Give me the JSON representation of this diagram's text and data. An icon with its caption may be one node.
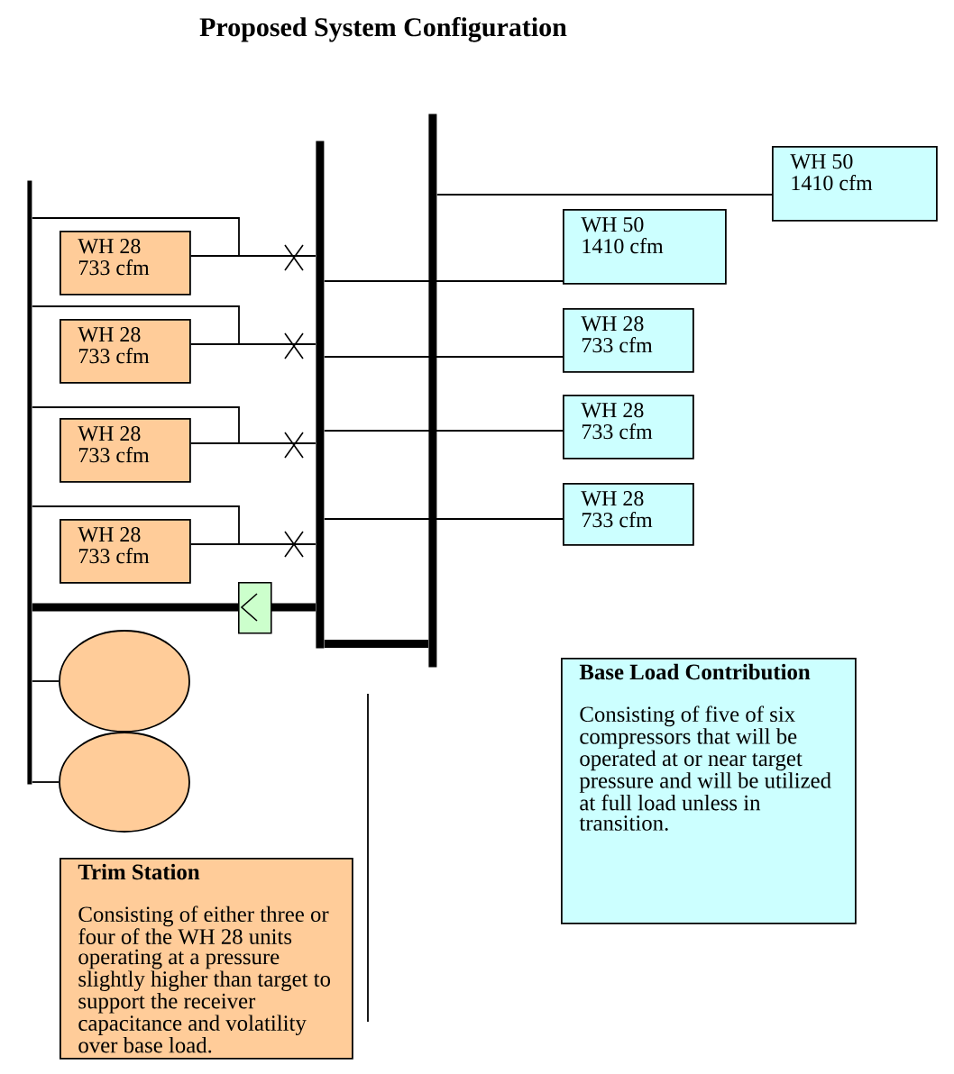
{
  "diagram": {
    "title": "Proposed System Configuration",
    "nodes": [
      {
        "text": [],
        "shape": "bar"
      },
      {
        "text": [],
        "shape": "bar"
      },
      {
        "text": [],
        "shape": "bar"
      },
      {
        "text": [
          "WH 28",
          "733 cfm"
        ]
      },
      {
        "text": [
          "WH 28",
          "733 cfm"
        ]
      },
      {
        "text": [
          "WH 28",
          "733 cfm"
        ]
      },
      {
        "text": [
          "WH 28",
          "733 cfm"
        ]
      },
      {
        "text": [
          "WH 50",
          "1410 cfm"
        ]
      },
      {
        "text": [
          "WH 50",
          "1410 cfm"
        ]
      },
      {
        "text": [
          "WH 28",
          "733 cfm"
        ]
      },
      {
        "text": [
          "WH 28",
          "733 cfm"
        ]
      },
      {
        "text": [
          "WH 28",
          "733 cfm"
        ]
      },
      {
        "text": [],
        "shape": "ellipse"
      },
      {
        "text": [],
        "shape": "ellipse"
      },
      {
        "text": [
          "Trim Station",
          "Consisting of either three or four of the WH 28 units operating at a pressure slightly higher than target to support the receiver capacitance and volatility over base load."
        ]
      },
      {
        "text": [
          "Base Load Contribution",
          "Consisting of five of six compressors that will be operated at or near target pressure and will be utilized at full load unless in transition."
        ]
      }
    ],
    "edges": [
      {
        "from": 3,
        "to": 1,
        "arrow": "none"
      },
      {
        "from": 4,
        "to": 1,
        "arrow": "none"
      },
      {
        "from": 5,
        "to": 1,
        "arrow": "none"
      },
      {
        "from": 6,
        "to": 1,
        "arrow": "none"
      },
      {
        "from": 0,
        "to": 3,
        "arrow": "none"
      },
      {
        "from": 0,
        "to": 4,
        "arrow": "none"
      },
      {
        "from": 0,
        "to": 5,
        "arrow": "none"
      },
      {
        "from": 0,
        "to": 6,
        "arrow": "none"
      },
      {
        "from": 2,
        "to": 7,
        "arrow": "none"
      },
      {
        "from": 1,
        "to": 8,
        "arrow": "none"
      },
      {
        "from": 1,
        "to": 9,
        "arrow": "none"
      },
      {
        "from": 1,
        "to": 10,
        "arrow": "none"
      },
      {
        "from": 1,
        "to": 11,
        "arrow": "none"
      },
      {
        "from": 1,
        "to": 0,
        "arrow": "to",
        "style": "thick"
      },
      {
        "from": 1,
        "to": 2,
        "arrow": "none",
        "style": "thick"
      },
      {
        "from": 0,
        "to": 12,
        "arrow": "none"
      },
      {
        "from": 0,
        "to": 13,
        "arrow": "none"
      }
    ]
  }
}
